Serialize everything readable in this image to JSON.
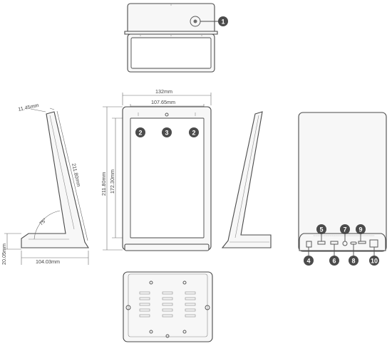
{
  "dimensions": {
    "width_outer": "132mm",
    "width_screen": "107.65mm",
    "height_outer": "211.80mm",
    "height_screen": "172.30mm",
    "side_length": "211.80mm",
    "side_top": "11.45mm",
    "side_angle": "75°",
    "side_base_height": "20.05mm",
    "side_base_depth": "104.03mm"
  },
  "callouts": {
    "c1": "1",
    "c2a": "2",
    "c2b": "2",
    "c3": "3",
    "c4": "4",
    "c5": "5",
    "c6": "6",
    "c7": "7",
    "c8": "8",
    "c9": "9",
    "c10": "10"
  },
  "colors": {
    "line": "#5a5a5a",
    "badge": "#4b4b4b"
  }
}
